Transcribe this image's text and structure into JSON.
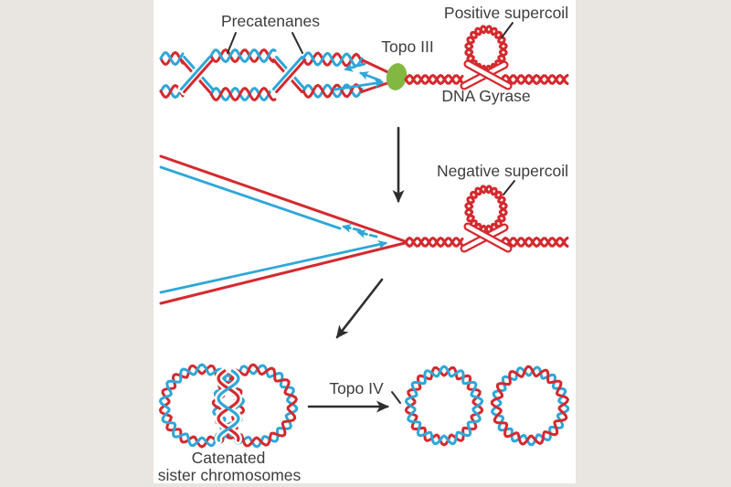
{
  "figure": {
    "labels": {
      "precatenanes": "Precatenanes",
      "topo_iii": "Topo III",
      "positive_supercoil": "Positive supercoil",
      "dna_gyrase": "DNA Gyrase",
      "negative_supercoil": "Negative supercoil",
      "topo_iv": "Topo IV",
      "catenated_line1": "Catenated",
      "catenated_line2": "sister chromosomes"
    },
    "colors": {
      "dna_red": "#d5292e",
      "dna_blue": "#2ea7d8",
      "topo_iii_green": "#82b742",
      "arrow_black": "#2e2e2e",
      "text": "#3d3d3d",
      "background": "#e9e5e0",
      "canvas": "#ffffff"
    }
  }
}
